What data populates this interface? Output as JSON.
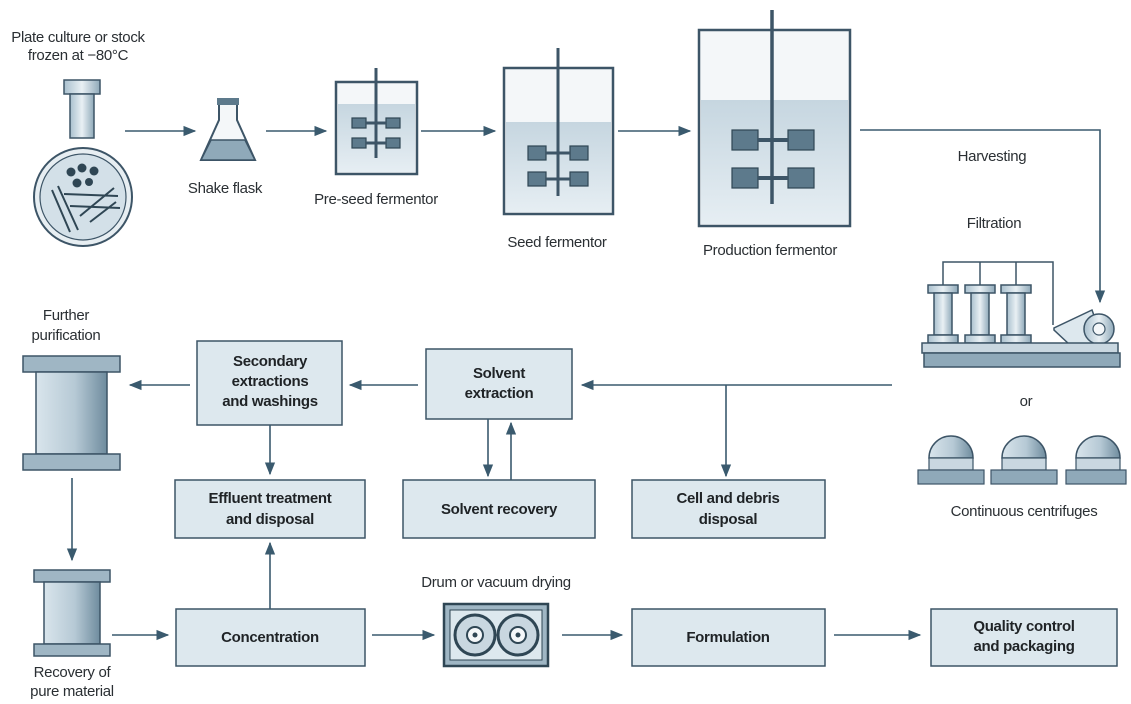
{
  "colors": {
    "line": "#3a5a6e",
    "box_fill": "#dde8ee",
    "box_stroke": "#3d5567",
    "text": "#2a2f33"
  },
  "labels": {
    "stock_line1": "Plate culture or stock",
    "stock_line2": "frozen at −80°C",
    "shake_flask": "Shake flask",
    "preseed": "Pre-seed fermentor",
    "seed": "Seed fermentor",
    "production": "Production fermentor",
    "harvesting": "Harvesting",
    "filtration": "Filtration",
    "or": "or",
    "centrifuges": "Continuous centrifuges",
    "further1": "Further",
    "further2": "purification",
    "recovery1": "Recovery of",
    "recovery2": "pure material",
    "drum": "Drum or vacuum drying"
  },
  "boxes": {
    "secondary1": "Secondary",
    "secondary2": "extractions",
    "secondary3": "and washings",
    "solvent1": "Solvent",
    "solvent2": "extraction",
    "effluent1": "Effluent treatment",
    "effluent2": "and disposal",
    "solvent_recovery": "Solvent recovery",
    "cell1": "Cell and debris",
    "cell2": "disposal",
    "concentration": "Concentration",
    "formulation": "Formulation",
    "quality1": "Quality control",
    "quality2": "and packaging"
  },
  "icons": [
    "vial-icon",
    "petri-dish-icon",
    "shake-flask-icon",
    "fermentor-icon",
    "filter-press-icon",
    "centrifuge-icon",
    "column-icon",
    "drum-dryer-icon"
  ]
}
